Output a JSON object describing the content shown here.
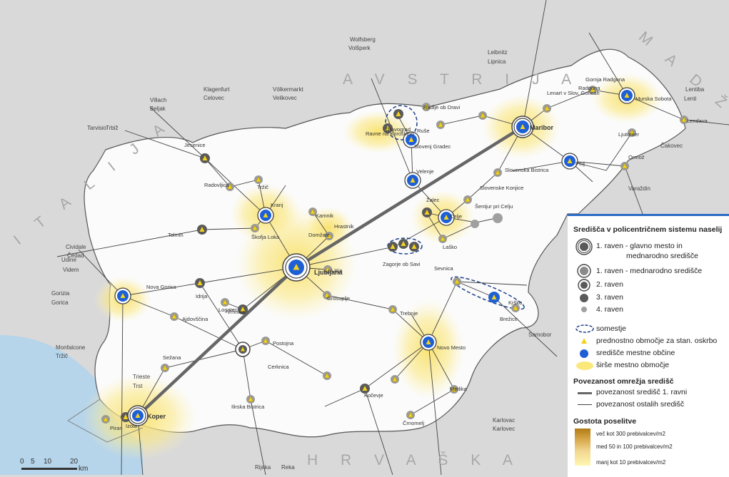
{
  "countries": {
    "avstrija": "A V S T R I J A",
    "madzarska": "M A D Ž A R S K A",
    "italija": "I T A L I J A",
    "hrvaska": "H R V A Š K A"
  },
  "foreign_places": [
    "Wolfsberg",
    "Volšperk",
    "Leibnitz",
    "Lipnica",
    "Villach",
    "Beljak",
    "Klagenfurt",
    "Celovec",
    "Völkermarkt",
    "Velikovec",
    "Tarvisio",
    "Trbiž",
    "Udine",
    "Videm",
    "Cividale",
    "Čedad",
    "Monfalcone",
    "Tržič",
    "Gorizia",
    "Gorica",
    "Trieste",
    "Trst",
    "Lentiba",
    "Lenti",
    "Čakovec",
    "Varaždin",
    "Samobor",
    "Karlovac",
    "Karlovec",
    "Rijeka",
    "Reka"
  ],
  "centres": [
    "Ljubljana",
    "Maribor",
    "Koper",
    "Kranj",
    "Celje",
    "Novo Mesto",
    "Murska Sobota",
    "Ptuj",
    "Velenje",
    "Slovenj Gradec",
    "Nova Gorica",
    "Krško",
    "Brežice",
    "Jesenice",
    "Radovljica",
    "Tržič",
    "Tolmin",
    "Škofja Loka",
    "Kamnik",
    "Domžale",
    "Idrija",
    "Vrhnika",
    "Logatec",
    "Ajdovščina",
    "Sežana",
    "Postojna",
    "Cerknica",
    "Ilirska Bistrica",
    "Izola",
    "Piran",
    "Ravne na Koroškem",
    "Dravograd",
    "Radlje ob Dravi",
    "Ruše",
    "Gornja Radgona",
    "Radgona",
    "Lenart v Slov. Goricah",
    "Ljutomer",
    "Lendava",
    "Ormož",
    "Slovenska Bistrica",
    "Slovenske Konjice",
    "Žalec",
    "Šentjur pri Celju",
    "Sevnica",
    "Hrastnik",
    "Laško",
    "Zagorje ob Savi",
    "Litija",
    "Grosuplje",
    "Trebnje",
    "Kočevje",
    "Metlika",
    "Črnomelj"
  ],
  "legend": {
    "title1": "Središča v policentričnem sistemu naselij",
    "lvl1_main_a": "1. raven - glavno mesto in",
    "lvl1_main_b": "mednarodno središče",
    "lvl1_int": "1. raven - mednarodno središče",
    "lvl2": "2. raven",
    "lvl3": "3. raven",
    "lvl4": "4. raven",
    "somestje": "somestje",
    "prednostno": "prednostno območje za stan. oskrbo",
    "sredisce": "središče mestne občine",
    "sirse": "širše mestno območje",
    "title2": "Povezanost omrežja središč",
    "con1": "povezanost središč 1. ravni",
    "con2": "povezanost ostalih središč",
    "title3": "Gostota poselitve",
    "dens1": "več kot 300 prebivalcev/m2",
    "dens2": "med 50 in 100 prebivalcev/m2",
    "dens3": "manj kot 10 prebivalcev/m2"
  },
  "scale": {
    "t0": "0",
    "t5": "5",
    "t10": "10",
    "t20": "20",
    "unit": "km"
  },
  "colors": {
    "centre_blue": "#1e5fd6",
    "urban_yellow": "#fbe87a",
    "triangle_yellow": "#f2d21c",
    "strong_link": "#666666",
    "somestje_outline": "#1e3f8a"
  }
}
